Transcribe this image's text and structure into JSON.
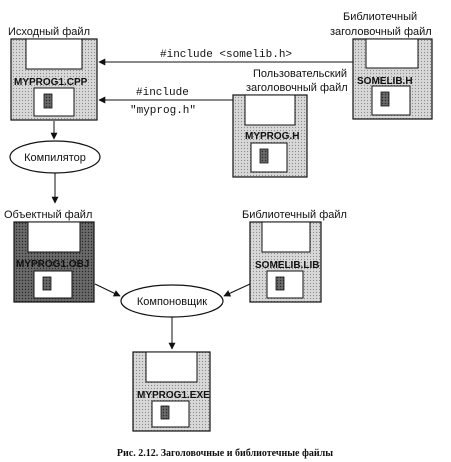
{
  "labels": {
    "source_file": "Исходный файл",
    "lib_header_line1": "Библиотечный",
    "lib_header_line2": "заголовочный файл",
    "user_header_line1": "Пользовательский",
    "user_header_line2": "заголовочный файл",
    "object_file": "Объектный файл",
    "library_file": "Библиотечный файл"
  },
  "nodes": {
    "compiler": "Компилятор",
    "linker": "Компоновщик"
  },
  "files": {
    "myprog1_cpp": "MYPROG1.CPP",
    "somelib_h": "SOMELIB.H",
    "myprog_h": "MYPROG.H",
    "myprog1_obj": "MYPROG1.OBJ",
    "somelib_lib": "SOMELIB.LIB",
    "myprog1_exe": "MYPROG1.EXE"
  },
  "arrows": {
    "include_lib": "#include <somelib.h>",
    "include_user_line1": "#include",
    "include_user_line2": "\"myprog.h\""
  },
  "caption": "Рис. 2.12. Заголовочные и библиотечные файлы",
  "colors": {
    "disk_light": "#c8c8c8",
    "disk_dark": "#5a5a5a",
    "ink": "#111111"
  }
}
